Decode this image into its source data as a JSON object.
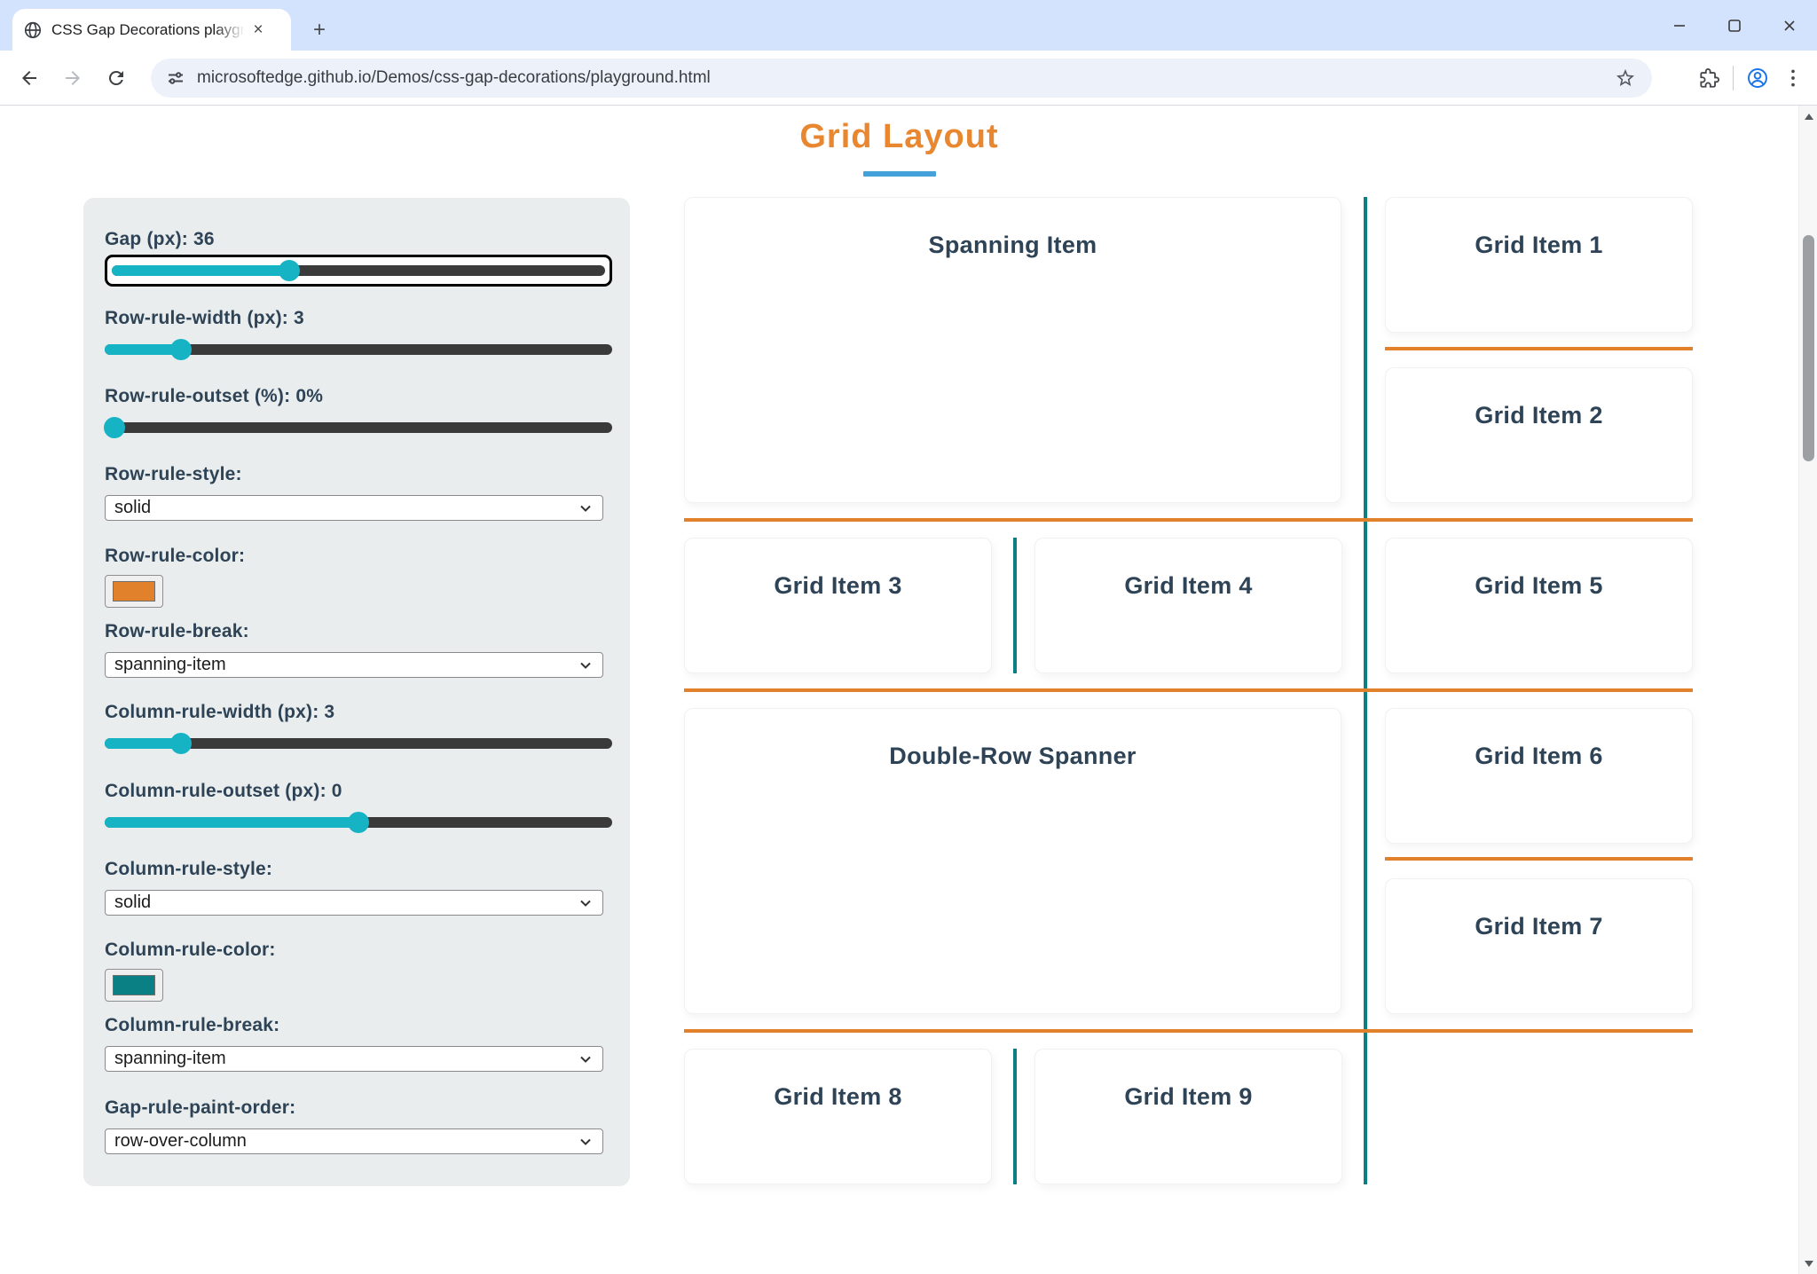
{
  "browser": {
    "tab_title": "CSS Gap Decorations playground",
    "tab_close": "×",
    "new_tab_button": "+",
    "url": "microsoftedge.github.io/Demos/css-gap-decorations/playground.html"
  },
  "page": {
    "title": "Grid Layout"
  },
  "colors": {
    "title_orange": "#e8872f",
    "title_underline_blue": "#45a1da",
    "slider_teal": "#16b3c5",
    "row_rule": "#e2812c",
    "column_rule": "#0a8084",
    "label_text": "#2e4356",
    "panel_bg": "#e9eded"
  },
  "controls": [
    {
      "type": "slider",
      "label": "Gap (px): 36",
      "percent": 36,
      "focused": true
    },
    {
      "type": "slider",
      "label": "Row-rule-width (px): 3",
      "percent": 15
    },
    {
      "type": "slider",
      "label": "Row-rule-outset (%): 0%",
      "percent": 2
    },
    {
      "type": "select",
      "label": "Row-rule-style:",
      "value": "solid"
    },
    {
      "type": "color",
      "label": "Row-rule-color:",
      "value": "#e2812c"
    },
    {
      "type": "select",
      "label": "Row-rule-break:",
      "value": "spanning-item"
    },
    {
      "type": "slider",
      "label": "Column-rule-width (px): 3",
      "percent": 15
    },
    {
      "type": "slider",
      "label": "Column-rule-outset (px): 0",
      "percent": 50
    },
    {
      "type": "select",
      "label": "Column-rule-style:",
      "value": "solid"
    },
    {
      "type": "color",
      "label": "Column-rule-color:",
      "value": "#0a8084"
    },
    {
      "type": "select",
      "label": "Column-rule-break:",
      "value": "spanning-item"
    },
    {
      "type": "select",
      "label": "Gap-rule-paint-order:",
      "value": "row-over-column"
    }
  ],
  "grid": {
    "items": [
      {
        "label": "Spanning Item"
      },
      {
        "label": "Grid Item 1"
      },
      {
        "label": "Grid Item 2"
      },
      {
        "label": "Grid Item 3"
      },
      {
        "label": "Grid Item 4"
      },
      {
        "label": "Grid Item 5"
      },
      {
        "label": "Double-Row Spanner"
      },
      {
        "label": "Grid Item 6"
      },
      {
        "label": "Grid Item 7"
      },
      {
        "label": "Grid Item 8"
      },
      {
        "label": "Grid Item 9"
      }
    ]
  }
}
